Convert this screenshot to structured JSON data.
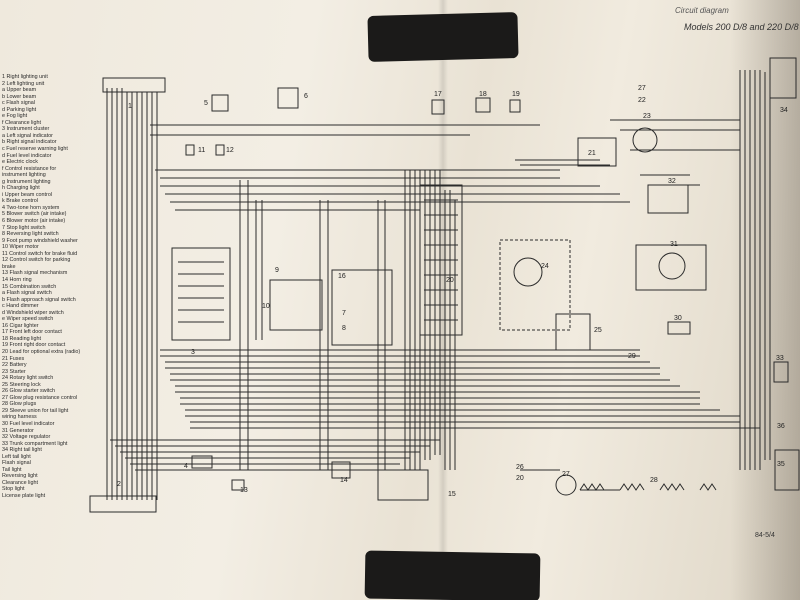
{
  "header": {
    "title_partial": "Circuit diagram",
    "models": "Models 200 D/8 and 220 D/8"
  },
  "footer": {
    "code": "84-5/4"
  },
  "legend": [
    "1  Right lighting unit",
    "2  Left lighting unit",
    "  a Upper beam",
    "  b Lower beam",
    "  c Flash signal",
    "  d Parking light",
    "  e Fog light",
    "  f Clearance light",
    "3  Instrument cluster",
    "  a Left signal indicator",
    "  b Right signal indicator",
    "  c Fuel reserve warning light",
    "  d Fuel level indicator",
    "  e Electric clock",
    "  f Control resistance for",
    "    instrument lighting",
    "  g Instrument lighting",
    "  h Charging light",
    "  i Upper beam control",
    "  k Brake control",
    "4  Two-tone horn system",
    "5  Blower switch (air intake)",
    "6  Blower motor (air intake)",
    "7  Stop light switch",
    "8  Reversing light switch",
    "9  Foot pump windshield washer",
    "10 Wiper motor",
    "11 Control switch for brake fluid",
    "12 Control switch for parking",
    "    brake",
    "13 Flash signal mechanism",
    "14 Horn ring",
    "15 Combination switch",
    "  a Flash signal switch",
    "  b Flash approach signal switch",
    "  c Hand dimmer",
    "  d Windshield wiper switch",
    "  e Wiper speed switch",
    "16 Cigar lighter",
    "17 Front left door contact",
    "18 Reading light",
    "19 Front right door contact",
    "20 Lead for optional extra (radio)",
    "21 Fuses",
    "22 Battery",
    "23 Starter",
    "24 Rotary light switch",
    "25 Steering lock",
    "26 Glow starter switch",
    "27 Glow plug resistance control",
    "28 Glow plugs",
    "29 Sleeve union for tail light",
    "    wiring harness",
    "30 Fuel level indicator",
    "31 Generator",
    "32 Voltage regulator",
    "33 Trunk compartment light",
    "34 Right tail light",
    "   Left tail light",
    "   Flash signal",
    "   Tail light",
    "   Reversing light",
    "   Clearance light",
    "   Stop light",
    "   License plate light"
  ],
  "components": [
    {
      "id": "c1",
      "label": "1"
    },
    {
      "id": "c2",
      "label": "2"
    },
    {
      "id": "c3",
      "label": "3"
    },
    {
      "id": "c4",
      "label": "4"
    },
    {
      "id": "c5",
      "label": "5"
    },
    {
      "id": "c6",
      "label": "6"
    },
    {
      "id": "c7",
      "label": "7"
    },
    {
      "id": "c8",
      "label": "8"
    },
    {
      "id": "c9",
      "label": "9"
    },
    {
      "id": "c10",
      "label": "10"
    },
    {
      "id": "c11",
      "label": "11"
    },
    {
      "id": "c12",
      "label": "12"
    },
    {
      "id": "c13",
      "label": "13"
    },
    {
      "id": "c14",
      "label": "14"
    },
    {
      "id": "c15",
      "label": "15"
    },
    {
      "id": "c16",
      "label": "16"
    },
    {
      "id": "c17",
      "label": "17"
    },
    {
      "id": "c18",
      "label": "18"
    },
    {
      "id": "c19",
      "label": "19"
    },
    {
      "id": "c20",
      "label": "20"
    },
    {
      "id": "c21",
      "label": "21"
    },
    {
      "id": "c22",
      "label": "22"
    },
    {
      "id": "c23",
      "label": "23"
    },
    {
      "id": "c24",
      "label": "24"
    },
    {
      "id": "c25",
      "label": "25"
    },
    {
      "id": "c26",
      "label": "26"
    },
    {
      "id": "c27",
      "label": "27"
    },
    {
      "id": "c28",
      "label": "28"
    },
    {
      "id": "c29",
      "label": "29"
    },
    {
      "id": "c30",
      "label": "30"
    },
    {
      "id": "c31",
      "label": "31"
    },
    {
      "id": "c32",
      "label": "32"
    },
    {
      "id": "c33",
      "label": "33"
    },
    {
      "id": "c34",
      "label": "34"
    },
    {
      "id": "c35",
      "label": "35"
    },
    {
      "id": "c36",
      "label": "36"
    },
    {
      "id": "c27b",
      "label": "27"
    },
    {
      "id": "c20b",
      "label": "20"
    }
  ],
  "colors": {
    "paper": "#efe9dd",
    "ink": "#2b2b2b",
    "tape": "#1b1a19",
    "background": "#6a6258"
  }
}
